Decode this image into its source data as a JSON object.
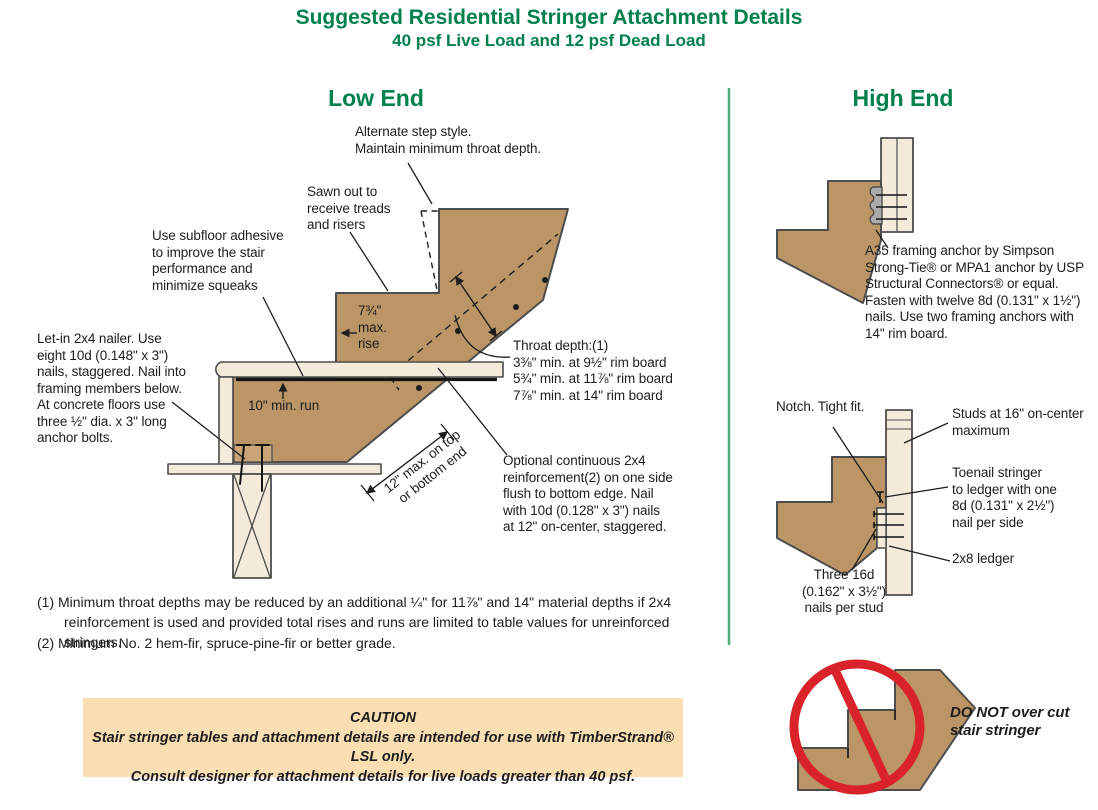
{
  "title": {
    "line1": "Suggested Residential Stringer Attachment Details",
    "line2": "40 psf Live Load and 12 psf Dead Load"
  },
  "colors": {
    "green": "#00814C",
    "divider": "#4FAE7E",
    "wood": "#BB9565",
    "wood_light": "#C9A477",
    "board": "#F3EADA",
    "outline": "#4D4D4D",
    "gray": "#ABABAB",
    "red": "#D9222A",
    "caution_bg": "#FBDFB2",
    "ink": "#1D1D1F"
  },
  "low_end": {
    "heading": "Low End",
    "alternate_step": "Alternate step style.\nMaintain minimum throat depth.",
    "sawn_out": "Sawn out to\nreceive treads\nand risers",
    "subfloor": "Use subfloor adhesive\nto improve the stair\nperformance and\nminimize squeaks",
    "let_in": "Let-in 2x4 nailer. Use\neight 10d (0.148\" x 3\")\nnails, staggered. Nail into\nframing members below.\nAt concrete floors use\nthree ½\" dia. x 3\" long\nanchor bolts.",
    "max_rise": "7¾\"\nmax.\nrise",
    "min_run": "10\" min. run",
    "throat_depth": "Throat depth:(1)\n3⅜\" min. at 9½\" rim board\n5¾\" min. at 11⅞\" rim board\n7⅞\" min. at 14\" rim board",
    "optional_2x4": "Optional continuous 2x4\nreinforcement(2) on one side\nflush to bottom edge. Nail\nwith 10d (0.128\" x 3\") nails\nat 12\" on-center, staggered.",
    "max_12": "12\" max. on top\nor bottom end"
  },
  "high_end": {
    "heading": "High End",
    "a35": "A35 framing anchor by Simpson\nStrong-Tie® or MPA1 anchor by USP\nStructural Connectors® or equal.\nFasten with twelve 8d (0.131\" x 1½\")\nnails. Use two framing anchors with\n14\" rim board.",
    "notch": "Notch. Tight fit.",
    "studs": "Studs at 16\" on-center\nmaximum",
    "toenail": "Toenail stringer\nto ledger with one\n8d (0.131\" x 2½\")\nnail per side",
    "ledger": "2x8 ledger",
    "three_16d": "Three 16d\n(0.162\" x 3½\")\nnails per stud",
    "do_not": "DO NOT over cut\nstair stringer"
  },
  "footnotes": [
    "(1) Minimum throat depths may be reduced by an additional ¼\" for 11⅞\" and 14\" material depths if 2x4 reinforcement is used and provided total rises and runs are limited to table values for unreinforced stringers.",
    "(2) Minimum No. 2 hem-fir, spruce-pine-fir or better grade."
  ],
  "caution": {
    "text": "CAUTION\nStair stringer tables and attachment details are intended for use with TimberStrand® LSL only.\nConsult designer for attachment details for live loads greater than 40 psf."
  }
}
